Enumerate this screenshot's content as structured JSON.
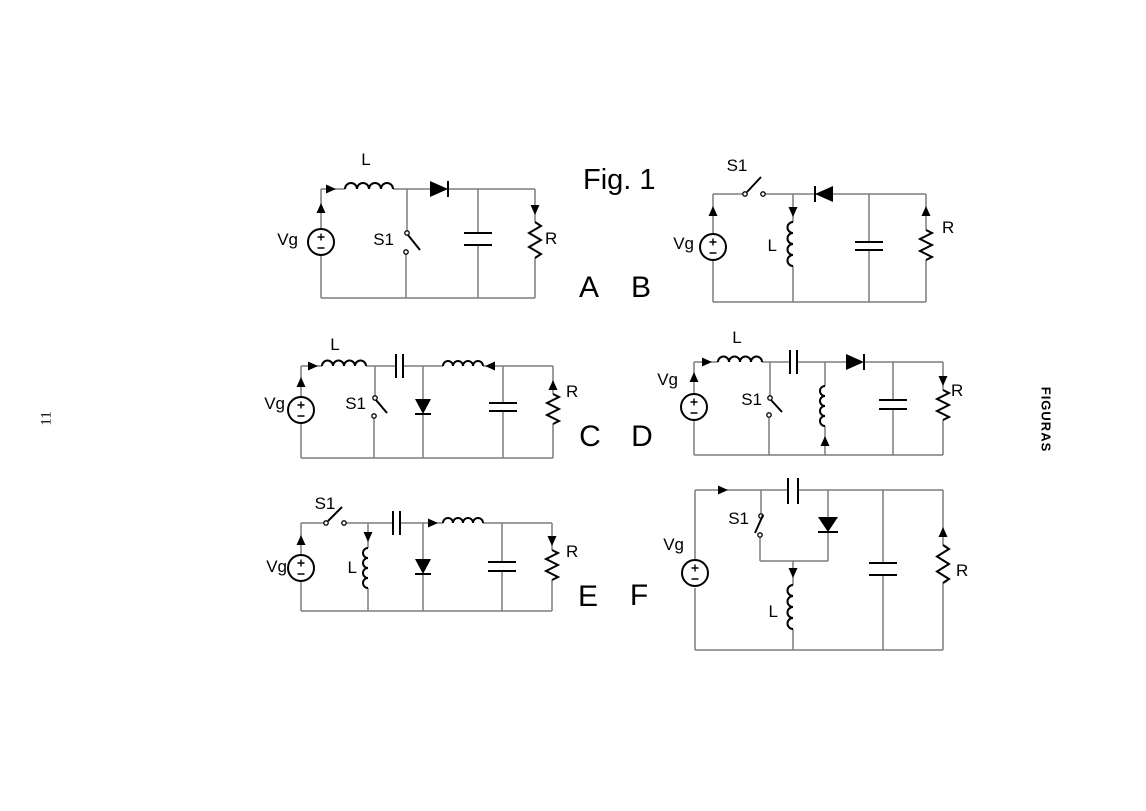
{
  "figure": {
    "title": "Fig. 1"
  },
  "margin": {
    "page_number": "11",
    "side_label": "FIGURAS"
  },
  "circuits": {
    "a": {
      "letter": "A",
      "source_label": "Vg",
      "inductor_label": "L",
      "switch_label": "S1",
      "resistor_label": "R"
    },
    "b": {
      "letter": "B",
      "source_label": "Vg",
      "inductor_label": "L",
      "switch_label": "S1",
      "resistor_label": "R"
    },
    "c": {
      "letter": "C",
      "source_label": "Vg",
      "inductor_label": "L",
      "switch_label": "S1",
      "resistor_label": "R"
    },
    "d": {
      "letter": "D",
      "source_label": "Vg",
      "inductor_label": "L",
      "switch_label": "S1",
      "resistor_label": "R"
    },
    "e": {
      "letter": "E",
      "source_label": "Vg",
      "inductor_label": "L",
      "switch_label": "S1",
      "resistor_label": "R"
    },
    "f": {
      "letter": "F",
      "source_label": "Vg",
      "inductor_label": "L",
      "switch_label": "S1",
      "resistor_label": "R"
    }
  }
}
